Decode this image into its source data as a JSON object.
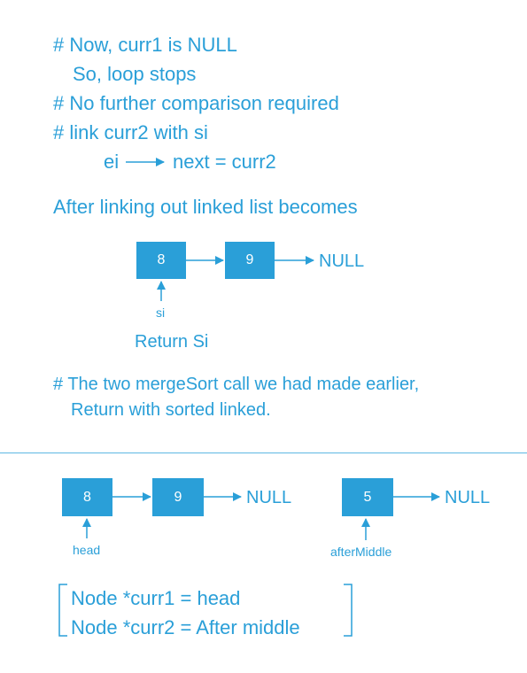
{
  "notes": {
    "line1": "# Now, curr1 is NULL",
    "line2": "So, loop stops",
    "line3": "# No further comparison required",
    "line4": "# link curr2 with si",
    "line5_left": "ei",
    "line5_right": "next = curr2"
  },
  "after_heading": "After linking out linked list becomes",
  "list1": {
    "nodes": [
      "8",
      "9"
    ],
    "null_label": "NULL",
    "pointer_label": "si"
  },
  "return_label": "Return Si",
  "merge_note": {
    "line1": "# The two mergeSort call we had made earlier,",
    "line2": "Return with sorted linked."
  },
  "list2": {
    "nodes": [
      "8",
      "9"
    ],
    "null_label": "NULL",
    "pointer_label": "head"
  },
  "list3": {
    "nodes": [
      "5"
    ],
    "null_label": "NULL",
    "pointer_label": "afterMiddle"
  },
  "code": {
    "line1": "Node *curr1 = head",
    "line2": "Node *curr2 = After middle"
  },
  "colors": {
    "accent": "#2a9fd8"
  }
}
